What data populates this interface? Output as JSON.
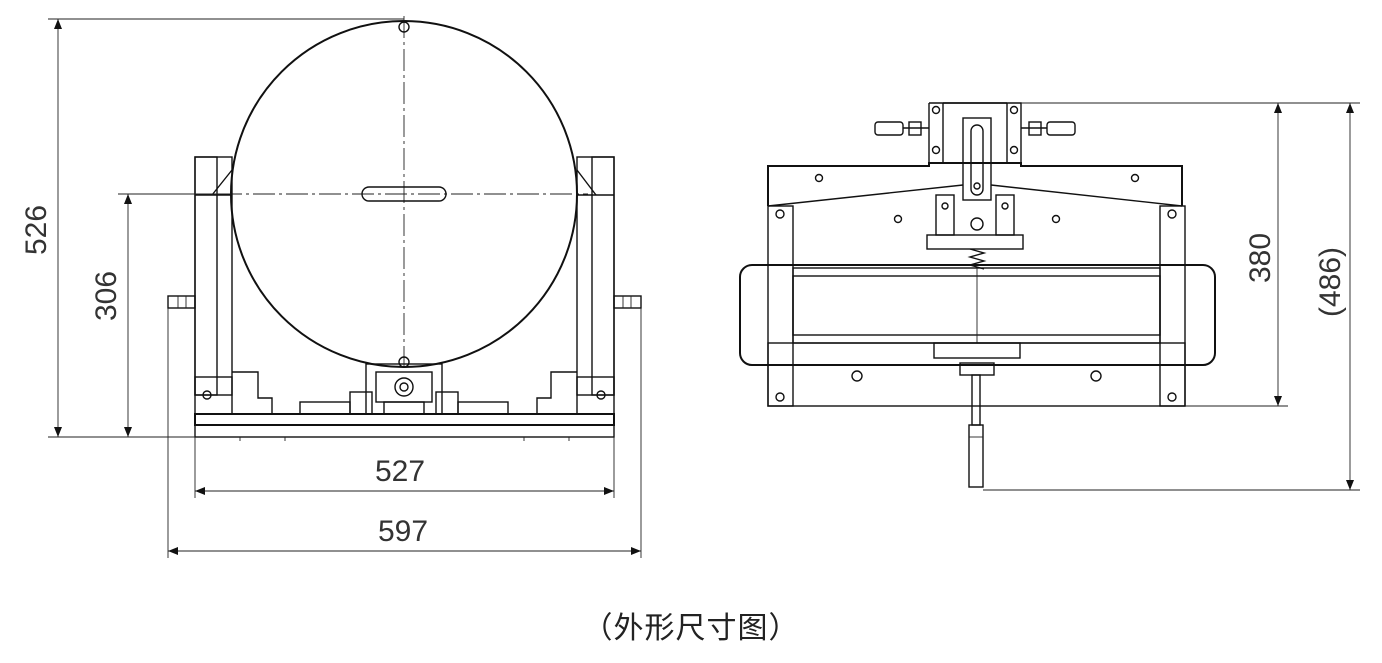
{
  "dimensions": {
    "front_height": "526",
    "front_inner_height": "306",
    "front_base_width": "527",
    "front_overall_width": "597",
    "side_body_height": "380",
    "side_overall_height": "(486)"
  },
  "caption": "（外形尺寸图）"
}
